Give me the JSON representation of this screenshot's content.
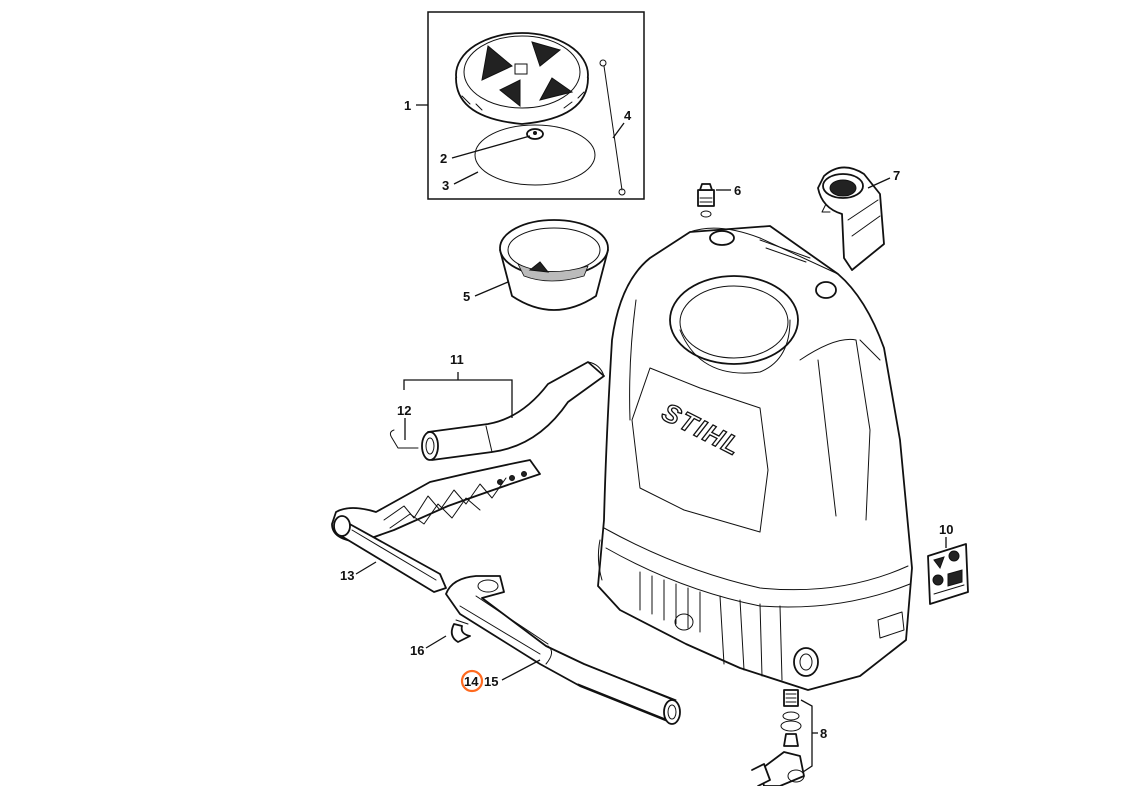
{
  "brand": {
    "logo_text": "STIHL"
  },
  "colors": {
    "highlight": "#ff6a1f",
    "line": "#111111",
    "background": "#ffffff"
  },
  "labels": {
    "p1": "1",
    "p2": "2",
    "p3": "3",
    "p4": "4",
    "p5": "5",
    "p6": "6",
    "p7": "7",
    "p8": "8",
    "p10": "10",
    "p11": "11",
    "p12": "12",
    "p13": "13",
    "p14": "14",
    "p15": "15",
    "p16": "16"
  },
  "highlighted_part": "14"
}
